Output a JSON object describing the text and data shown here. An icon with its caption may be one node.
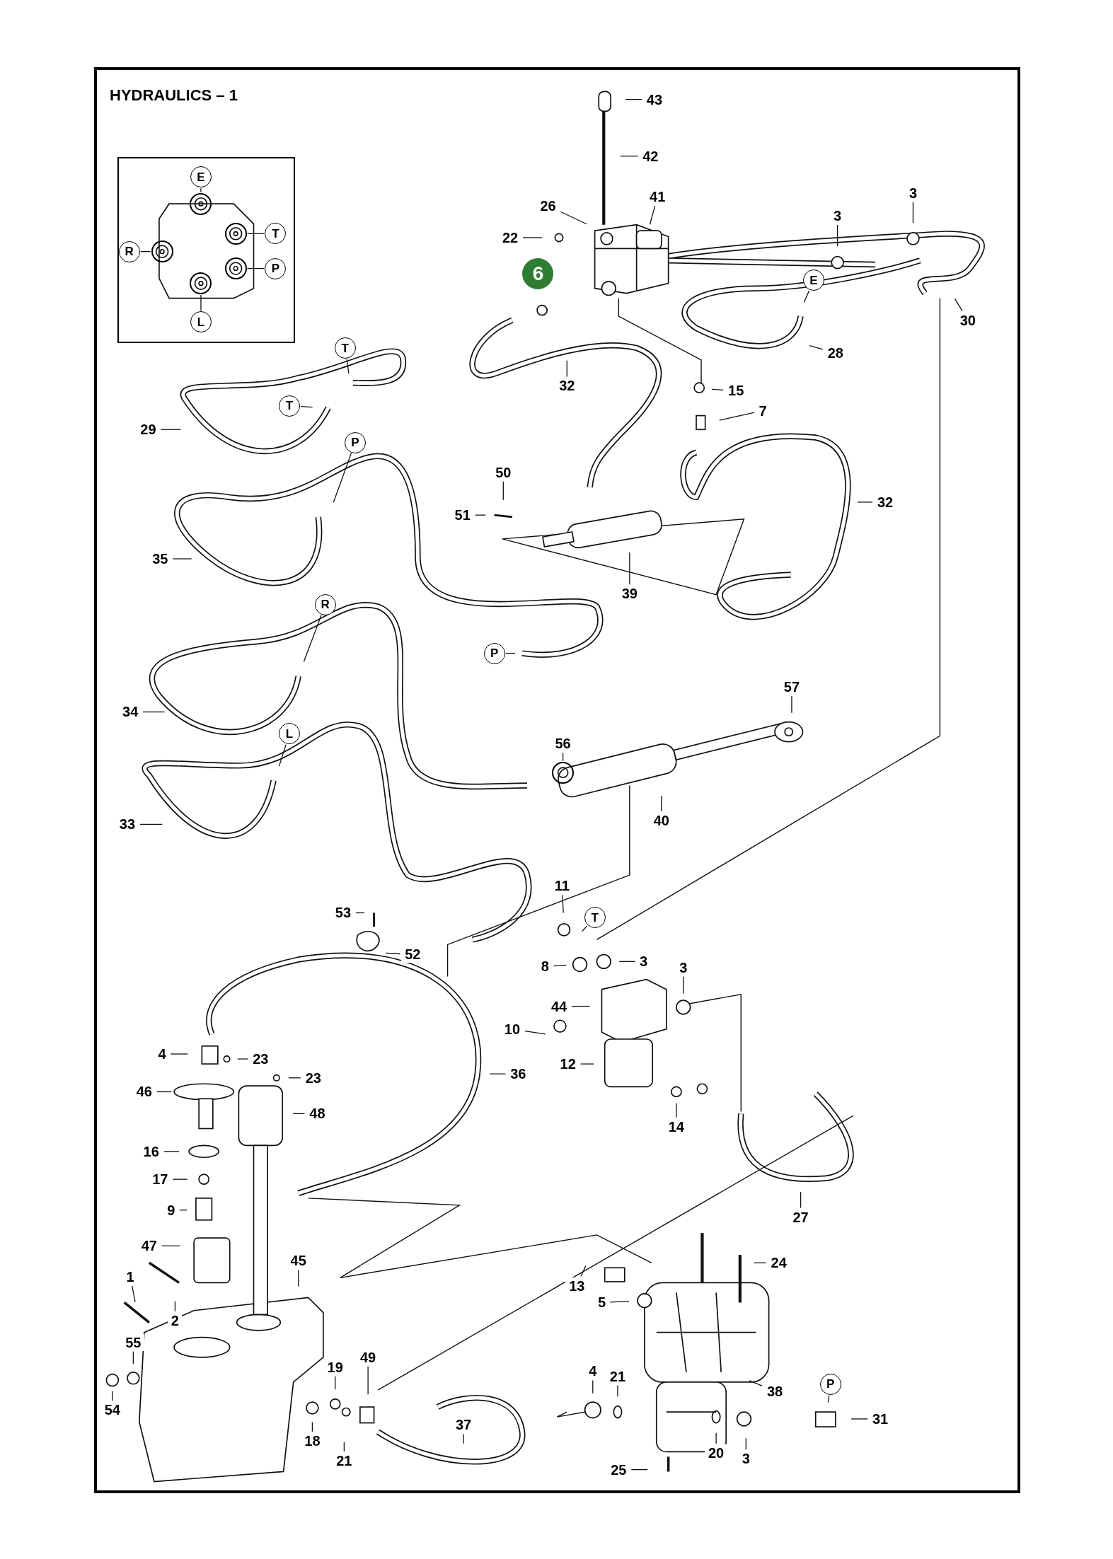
{
  "diagram": {
    "title": "HYDRAULICS – 1",
    "nodes": [
      {
        "text": [],
        "shape": "box"
      },
      {
        "text": [
          "E"
        ],
        "in": 0
      },
      {
        "text": [
          "T"
        ],
        "in": 0
      },
      {
        "text": [
          "R"
        ],
        "in": 0
      },
      {
        "text": [
          "P"
        ],
        "in": 0
      },
      {
        "text": [
          "L"
        ],
        "in": 0
      },
      {
        "text": [
          "6"
        ]
      },
      {
        "text": [
          "43"
        ]
      },
      {
        "text": [
          "42"
        ]
      },
      {
        "text": [
          "41"
        ]
      },
      {
        "text": [
          "26"
        ]
      },
      {
        "text": [
          "22"
        ]
      },
      {
        "text": [
          "3"
        ]
      },
      {
        "text": [
          "3"
        ]
      },
      {
        "text": [
          "E"
        ]
      },
      {
        "text": [
          "30"
        ]
      },
      {
        "text": [
          "T"
        ]
      },
      {
        "text": [
          "28"
        ]
      },
      {
        "text": [
          "32"
        ]
      },
      {
        "text": [
          "15"
        ]
      },
      {
        "text": [
          "7"
        ]
      },
      {
        "text": [
          "T"
        ]
      },
      {
        "text": [
          "29"
        ]
      },
      {
        "text": [
          "P"
        ]
      },
      {
        "text": [
          "50"
        ]
      },
      {
        "text": [
          "51"
        ]
      },
      {
        "text": [
          "32"
        ]
      },
      {
        "text": [
          "35"
        ]
      },
      {
        "text": [
          "39"
        ]
      },
      {
        "text": [
          "R"
        ]
      },
      {
        "text": [
          "P"
        ]
      },
      {
        "text": [
          "57"
        ]
      },
      {
        "text": [
          "34"
        ]
      },
      {
        "text": [
          "L"
        ]
      },
      {
        "text": [
          "56"
        ]
      },
      {
        "text": [
          "40"
        ]
      },
      {
        "text": [
          "33"
        ]
      },
      {
        "text": [
          "11"
        ]
      },
      {
        "text": [
          "53"
        ]
      },
      {
        "text": [
          "T"
        ]
      },
      {
        "text": [
          "52"
        ]
      },
      {
        "text": [
          "8"
        ]
      },
      {
        "text": [
          "3"
        ]
      },
      {
        "text": [
          "3"
        ]
      },
      {
        "text": [
          "44"
        ]
      },
      {
        "text": [
          "10"
        ]
      },
      {
        "text": [
          "12"
        ]
      },
      {
        "text": [
          "36"
        ]
      },
      {
        "text": [
          "4"
        ]
      },
      {
        "text": [
          "23"
        ]
      },
      {
        "text": [
          "23"
        ]
      },
      {
        "text": [
          "46"
        ]
      },
      {
        "text": [
          "48"
        ]
      },
      {
        "text": [
          "14"
        ]
      },
      {
        "text": [
          "16"
        ]
      },
      {
        "text": [
          "17"
        ]
      },
      {
        "text": [
          "9"
        ]
      },
      {
        "text": [
          "27"
        ]
      },
      {
        "text": [
          "47"
        ]
      },
      {
        "text": [
          "45"
        ]
      },
      {
        "text": [
          "24"
        ]
      },
      {
        "text": [
          "1"
        ]
      },
      {
        "text": [
          "13"
        ]
      },
      {
        "text": [
          "2"
        ]
      },
      {
        "text": [
          "5"
        ]
      },
      {
        "text": [
          "55"
        ]
      },
      {
        "text": [
          "19"
        ]
      },
      {
        "text": [
          "49"
        ]
      },
      {
        "text": [
          "4"
        ]
      },
      {
        "text": [
          "21"
        ]
      },
      {
        "text": [
          "38"
        ]
      },
      {
        "text": [
          "P"
        ]
      },
      {
        "text": [
          "54"
        ]
      },
      {
        "text": [
          "31"
        ]
      },
      {
        "text": [
          "37"
        ]
      },
      {
        "text": [
          "18"
        ]
      },
      {
        "text": [
          "21"
        ]
      },
      {
        "text": [
          "20"
        ]
      },
      {
        "text": [
          "3"
        ]
      },
      {
        "text": [
          "25"
        ]
      },
      {
        "text": [],
        "shape": "circle",
        "in": 0
      },
      {
        "text": [],
        "shape": "circle",
        "in": 0
      },
      {
        "text": [],
        "shape": "circle",
        "in": 0
      },
      {
        "text": [],
        "shape": "circle",
        "in": 0
      },
      {
        "text": [],
        "shape": "circle",
        "in": 0
      },
      {
        "text": [],
        "shape": "circle"
      }
    ],
    "edges": [
      {
        "from": 1,
        "to": 80,
        "arrow": "none"
      },
      {
        "from": 2,
        "to": 81,
        "arrow": "none"
      },
      {
        "from": 3,
        "to": 82,
        "arrow": "none"
      },
      {
        "from": 4,
        "to": 83,
        "arrow": "none"
      },
      {
        "from": 5,
        "to": 84,
        "arrow": "none"
      },
      {
        "from": 7,
        "to": null,
        "arrow": "none"
      },
      {
        "from": 8,
        "to": null,
        "arrow": "none"
      },
      {
        "from": 9,
        "to": null,
        "arrow": "none"
      },
      {
        "from": 10,
        "to": null,
        "arrow": "none"
      },
      {
        "from": 11,
        "to": null,
        "arrow": "none"
      },
      {
        "from": 12,
        "to": null,
        "arrow": "none"
      },
      {
        "from": 13,
        "to": null,
        "arrow": "none"
      },
      {
        "from": 14,
        "to": null,
        "arrow": "none"
      },
      {
        "from": 15,
        "to": null,
        "arrow": "none"
      },
      {
        "from": 16,
        "to": null,
        "arrow": "none"
      },
      {
        "from": 17,
        "to": null,
        "arrow": "none"
      },
      {
        "from": 18,
        "to": null,
        "arrow": "none"
      },
      {
        "from": 19,
        "to": null,
        "arrow": "none"
      },
      {
        "from": 20,
        "to": null,
        "arrow": "none"
      },
      {
        "from": 21,
        "to": null,
        "arrow": "none"
      },
      {
        "from": 22,
        "to": null,
        "arrow": "none"
      },
      {
        "from": 23,
        "to": null,
        "arrow": "none"
      },
      {
        "from": 24,
        "to": null,
        "arrow": "none"
      },
      {
        "from": 25,
        "to": null,
        "arrow": "none"
      },
      {
        "from": 26,
        "to": null,
        "arrow": "none"
      },
      {
        "from": 27,
        "to": null,
        "arrow": "none"
      },
      {
        "from": 28,
        "to": null,
        "arrow": "none"
      },
      {
        "from": 29,
        "to": null,
        "arrow": "none"
      },
      {
        "from": 30,
        "to": null,
        "arrow": "none"
      },
      {
        "from": 31,
        "to": null,
        "arrow": "none"
      },
      {
        "from": 32,
        "to": null,
        "arrow": "none"
      },
      {
        "from": 33,
        "to": null,
        "arrow": "none"
      },
      {
        "from": 34,
        "to": 85,
        "arrow": "none"
      },
      {
        "from": 35,
        "to": null,
        "arrow": "none"
      },
      {
        "from": 36,
        "to": null,
        "arrow": "none"
      },
      {
        "from": 37,
        "to": null,
        "arrow": "none"
      },
      {
        "from": 38,
        "to": null,
        "arrow": "none"
      },
      {
        "from": 39,
        "to": null,
        "arrow": "none"
      },
      {
        "from": 40,
        "to": null,
        "arrow": "none"
      },
      {
        "from": 41,
        "to": null,
        "arrow": "none"
      },
      {
        "from": 42,
        "to": null,
        "arrow": "none"
      },
      {
        "from": 43,
        "to": null,
        "arrow": "none"
      },
      {
        "from": 44,
        "to": null,
        "arrow": "none"
      },
      {
        "from": 45,
        "to": null,
        "arrow": "none"
      },
      {
        "from": 46,
        "to": null,
        "arrow": "none"
      },
      {
        "from": 47,
        "to": null,
        "arrow": "none"
      },
      {
        "from": 48,
        "to": null,
        "arrow": "none"
      },
      {
        "from": 49,
        "to": null,
        "arrow": "none"
      },
      {
        "from": 50,
        "to": null,
        "arrow": "none"
      },
      {
        "from": 51,
        "to": null,
        "arrow": "none"
      },
      {
        "from": 52,
        "to": null,
        "arrow": "none"
      },
      {
        "from": 53,
        "to": null,
        "arrow": "none"
      },
      {
        "from": 54,
        "to": null,
        "arrow": "none"
      },
      {
        "from": 55,
        "to": null,
        "arrow": "none"
      },
      {
        "from": 56,
        "to": null,
        "arrow": "none"
      },
      {
        "from": 57,
        "to": null,
        "arrow": "none"
      },
      {
        "from": 58,
        "to": null,
        "arrow": "none"
      },
      {
        "from": 59,
        "to": null,
        "arrow": "none"
      },
      {
        "from": 60,
        "to": null,
        "arrow": "none"
      },
      {
        "from": 61,
        "to": null,
        "arrow": "none"
      },
      {
        "from": 62,
        "to": null,
        "arrow": "none"
      },
      {
        "from": 63,
        "to": null,
        "arrow": "none"
      },
      {
        "from": 64,
        "to": null,
        "arrow": "none"
      },
      {
        "from": 65,
        "to": null,
        "arrow": "none"
      },
      {
        "from": 66,
        "to": null,
        "arrow": "none"
      },
      {
        "from": 67,
        "to": null,
        "arrow": "none"
      },
      {
        "from": 68,
        "to": null,
        "arrow": "none"
      },
      {
        "from": 69,
        "to": null,
        "arrow": "none"
      },
      {
        "from": 70,
        "to": null,
        "arrow": "none"
      },
      {
        "from": 71,
        "to": null,
        "arrow": "none"
      },
      {
        "from": 72,
        "to": null,
        "arrow": "none"
      },
      {
        "from": 73,
        "to": null,
        "arrow": "none"
      },
      {
        "from": 74,
        "to": null,
        "arrow": "none"
      },
      {
        "from": 75,
        "to": null,
        "arrow": "none"
      },
      {
        "from": 76,
        "to": null,
        "arrow": "none"
      },
      {
        "from": 77,
        "to": null,
        "arrow": "none"
      },
      {
        "from": 78,
        "to": null,
        "arrow": "none"
      },
      {
        "from": 79,
        "to": null,
        "arrow": "none"
      }
    ]
  }
}
